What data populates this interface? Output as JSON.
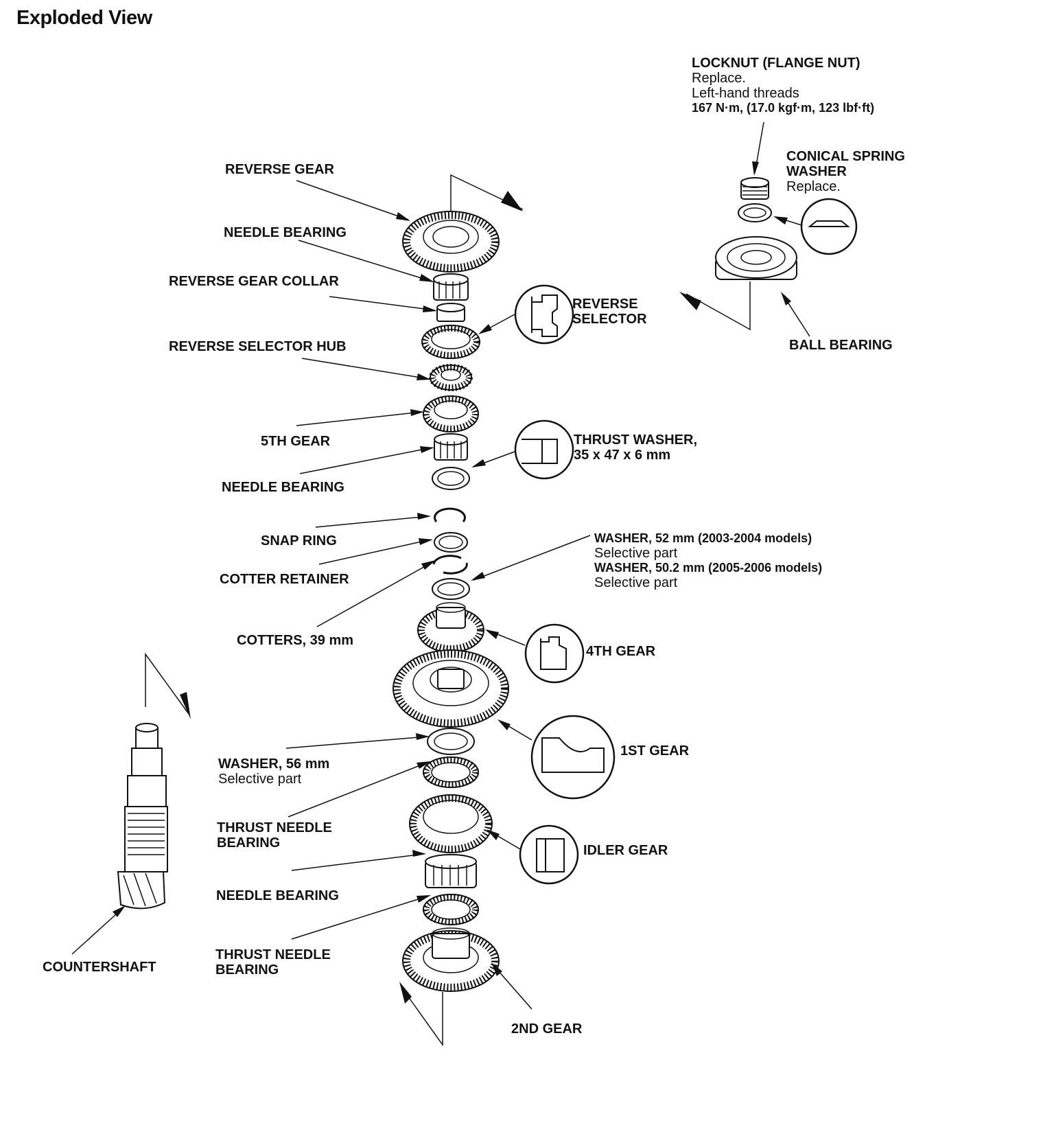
{
  "title": "Exploded View",
  "parts": {
    "locknut": {
      "name": "LOCKNUT (FLANGE NUT)",
      "note1": "Replace.",
      "note2": "Left-hand threads",
      "torque": "167 N·m, (17.0 kgf·m, 123 lbf·ft)"
    },
    "conical_spring_washer": {
      "name1": "CONICAL SPRING",
      "name2": "WASHER",
      "note": "Replace."
    },
    "ball_bearing": "BALL BEARING",
    "reverse_gear": "REVERSE GEAR",
    "needle_bearing_top": "NEEDLE BEARING",
    "reverse_gear_collar": "REVERSE GEAR COLLAR",
    "reverse_selector": {
      "line1": "REVERSE",
      "line2": "SELECTOR"
    },
    "reverse_selector_hub": "REVERSE SELECTOR HUB",
    "fifth_gear": "5TH GEAR",
    "needle_bearing_2": "NEEDLE BEARING",
    "thrust_washer": {
      "name": "THRUST WASHER,",
      "size": "35 x 47 x 6 mm"
    },
    "snap_ring": "SNAP RING",
    "cotter_retainer": "COTTER RETAINER",
    "washer_52": {
      "name1": "WASHER, 52 mm (2003-2004 models)",
      "note1": "Selective part",
      "name2": "WASHER, 50.2 mm (2005-2006 models)",
      "note2": "Selective part"
    },
    "cotters": "COTTERS, 39 mm",
    "fourth_gear": "4TH GEAR",
    "first_gear": "1ST GEAR",
    "washer_56": {
      "name": "WASHER, 56 mm",
      "note": "Selective part"
    },
    "thrust_needle_bearing_1": {
      "line1": "THRUST NEEDLE",
      "line2": "BEARING"
    },
    "idler_gear": "IDLER GEAR",
    "needle_bearing_3": "NEEDLE BEARING",
    "thrust_needle_bearing_2": {
      "line1": "THRUST NEEDLE",
      "line2": "BEARING"
    },
    "countershaft": "COUNTERSHAFT",
    "second_gear": "2ND GEAR"
  }
}
